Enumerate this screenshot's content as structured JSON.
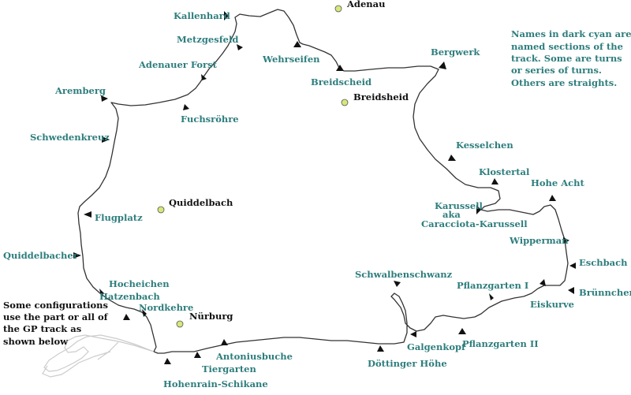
{
  "note_top": [
    "Names in dark cyan are",
    "named sections of the",
    "track.  Some are turns",
    "or series of turns.",
    "Others are straights."
  ],
  "note_left": [
    "Some configurations",
    "use the part or all of",
    "the GP track as",
    "shown below"
  ],
  "sections": {
    "kallenhard": "Kallenhard",
    "metzgesfeld": "Metzgesfeld",
    "adenauer_forst": "Adenauer Forst",
    "wehrseifen": "Wehrseifen",
    "breidscheid": "Breidscheid",
    "bergwerk": "Bergwerk",
    "aremberg": "Aremberg",
    "fuchsroehre": "Fuchsröhre",
    "schwedenkreuz": "Schwedenkreuz",
    "kesselchen": "Kesselchen",
    "klostertal": "Klostertal",
    "hohe_acht": "Hohe Acht",
    "karussell_1": "Karussell",
    "karussell_2": "aka",
    "karussell_3": "Caracciota-Karussell",
    "flugplatz": "Flugplatz",
    "wipperman": "Wipperman",
    "quiddelbacher": "Quiddelbacher",
    "eschbach": "Eschbach",
    "schwalbenschwanz": "Schwalbenschwanz",
    "pflanzgarten_1": "Pflanzgarten I",
    "bruennchen": "Brünnchen",
    "hocheichen": "Hocheichen",
    "hatzenbach": "Hatzenbach",
    "eiskurve": "Eiskurve",
    "nordkehre": "Nordkehre",
    "galgenkopf": "Galgenkopf",
    "pflanzgarten_2": "Pflanzgarten II",
    "antoniusbuche": "Antoniusbuche",
    "doettinger_hoehe": "Döttinger Höhe",
    "tiergarten": "Tiergarten",
    "hohenrain": "Hohenrain-Schikane"
  },
  "towns": {
    "adenau": "Adenau",
    "breidsheid": "Breidsheid",
    "quiddelbach": "Quiddelbach",
    "nuerburg": "Nürburg"
  },
  "colors": {
    "section_label": "#2e7d7d",
    "town_label": "#111111",
    "town_marker": "#d6e87a",
    "track": "#333333",
    "gp_track": "#cccccc"
  }
}
